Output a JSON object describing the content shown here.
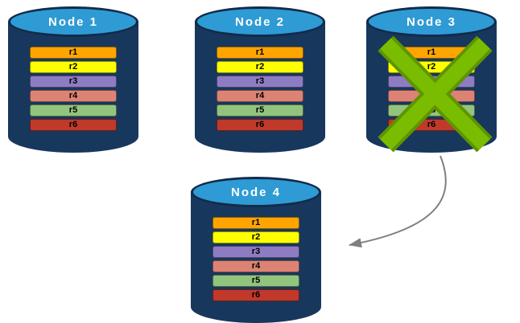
{
  "diagram": {
    "nodes": [
      {
        "name": "Node 1",
        "crossed_out": false
      },
      {
        "name": "Node 2",
        "crossed_out": false
      },
      {
        "name": "Node 3",
        "crossed_out": true
      },
      {
        "name": "Node 4",
        "crossed_out": false
      }
    ],
    "rows": [
      {
        "label": "r1",
        "color": "#FFA500"
      },
      {
        "label": "r2",
        "color": "#FFFF00"
      },
      {
        "label": "r3",
        "color": "#8E7CC3"
      },
      {
        "label": "r4",
        "color": "#DC8376"
      },
      {
        "label": "r5",
        "color": "#93C47D"
      },
      {
        "label": "r6",
        "color": "#C0392B"
      }
    ],
    "colors": {
      "cylinder_body": "#17375D",
      "cylinder_top": "#2E9BD5",
      "cross": "#79BC00",
      "cross_outline": "#5E9400",
      "arrow": "#7F7F7F"
    }
  }
}
